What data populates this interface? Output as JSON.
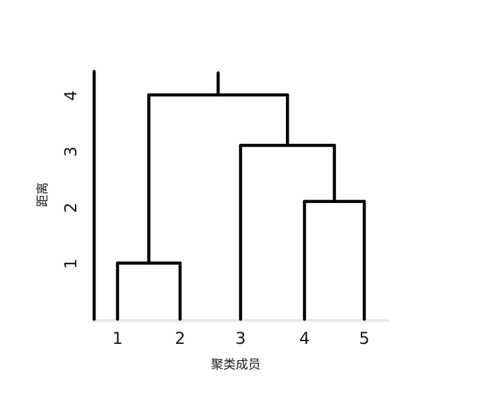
{
  "chart_data": {
    "type": "dendrogram",
    "xlabel": "聚类成员",
    "ylabel": "距离",
    "leaves": [
      "1",
      "2",
      "3",
      "4",
      "5"
    ],
    "y_ticks": [
      "1",
      "2",
      "3",
      "4"
    ],
    "ylim": [
      0,
      4.4
    ],
    "merges": [
      {
        "left": "1",
        "right": "2",
        "height": 1.0
      },
      {
        "left": "4",
        "right": "5",
        "height": 2.1
      },
      {
        "left": "3",
        "right": "(4,5)",
        "height": 3.1
      },
      {
        "left": "(1,2)",
        "right": "(3,(4,5))",
        "height": 4.0
      }
    ],
    "colors": {
      "branch": "#000000",
      "baseline": "#e8e8e8",
      "y_axis": "#000000",
      "text": "#1a1a1a"
    }
  }
}
